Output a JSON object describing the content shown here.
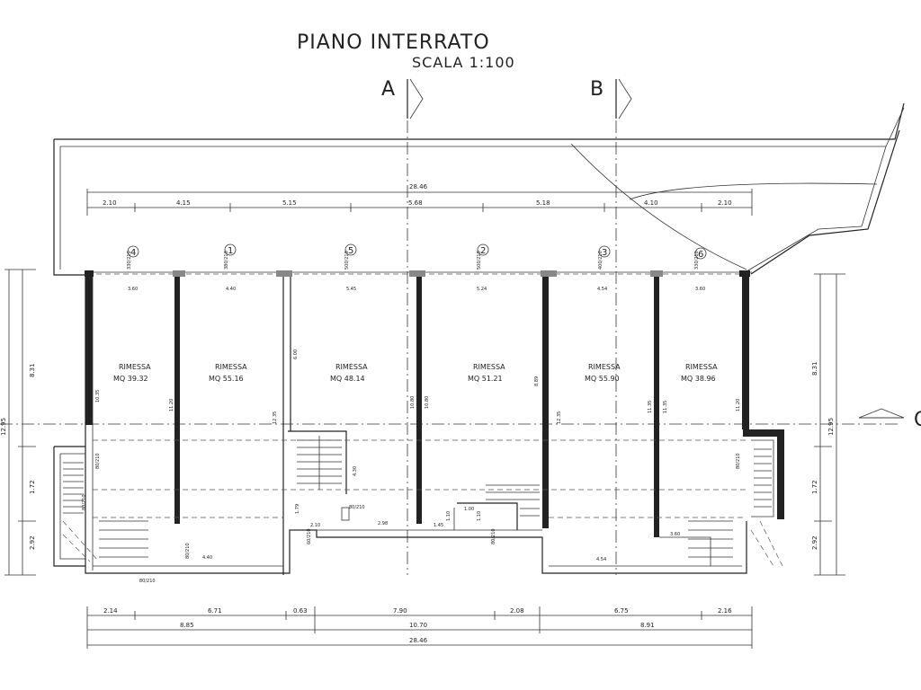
{
  "title": "PIANO INTERRATO",
  "scale": "SCALA 1:100",
  "sections": [
    {
      "label": "A"
    },
    {
      "label": "B"
    },
    {
      "label": "C"
    }
  ],
  "top_total": "28.46",
  "top_dims": [
    "2.10",
    "4.15",
    "5.15",
    "5.68",
    "5.18",
    "4.10",
    "2.10"
  ],
  "bottom_dims_row1": [
    "2.14",
    "6.71",
    "0.63",
    "7.90",
    "2.08",
    "6.75",
    "2.16"
  ],
  "bottom_dims_row2": [
    "8.85",
    "10.70",
    "8.91"
  ],
  "bottom_total": "28.46",
  "left_dims": [
    "8.31",
    "12.95",
    "1.72",
    "2.92"
  ],
  "right_dims": [
    "8.31",
    "12.95",
    "1.72",
    "2.92"
  ],
  "rooms": [
    {
      "number": "4",
      "name": "RIMESSA",
      "area": "MQ   39.32",
      "width": "3.60",
      "door": "330/210"
    },
    {
      "number": "1",
      "name": "RIMESSA",
      "area": "MQ   55.16",
      "width": "4.40",
      "door": "380/210"
    },
    {
      "number": "5",
      "name": "RIMESSA",
      "area": "MQ   48.14",
      "width": "5.45",
      "door": "500/210"
    },
    {
      "number": "2",
      "name": "RIMESSA",
      "area": "MQ   51.21",
      "width": "5.24",
      "door": "500/210"
    },
    {
      "number": "3",
      "name": "RIMESSA",
      "area": "MQ   55.90",
      "width": "4.54",
      "door": "400/210"
    },
    {
      "number": "6",
      "name": "RIMESSA",
      "area": "MQ   38.96",
      "width": "3.60",
      "door": "330/210"
    }
  ],
  "inner_dims": [
    "10.35",
    "11.20",
    "12.35",
    "6.00",
    "10.80",
    "10.80",
    "8.89",
    "12.35",
    "11.35",
    "11.35",
    "11.20",
    "4.30",
    "1.79"
  ],
  "bottom_room_dims": [
    "4.40",
    "2.10",
    "2.98",
    "1.45",
    "4.54",
    "3.60",
    "1.00",
    "1.10",
    "1.10"
  ],
  "door_small": [
    "80/210",
    "80/210",
    "80/210",
    "80/210",
    "80/210",
    "60/210",
    "80/210",
    "80/210"
  ]
}
